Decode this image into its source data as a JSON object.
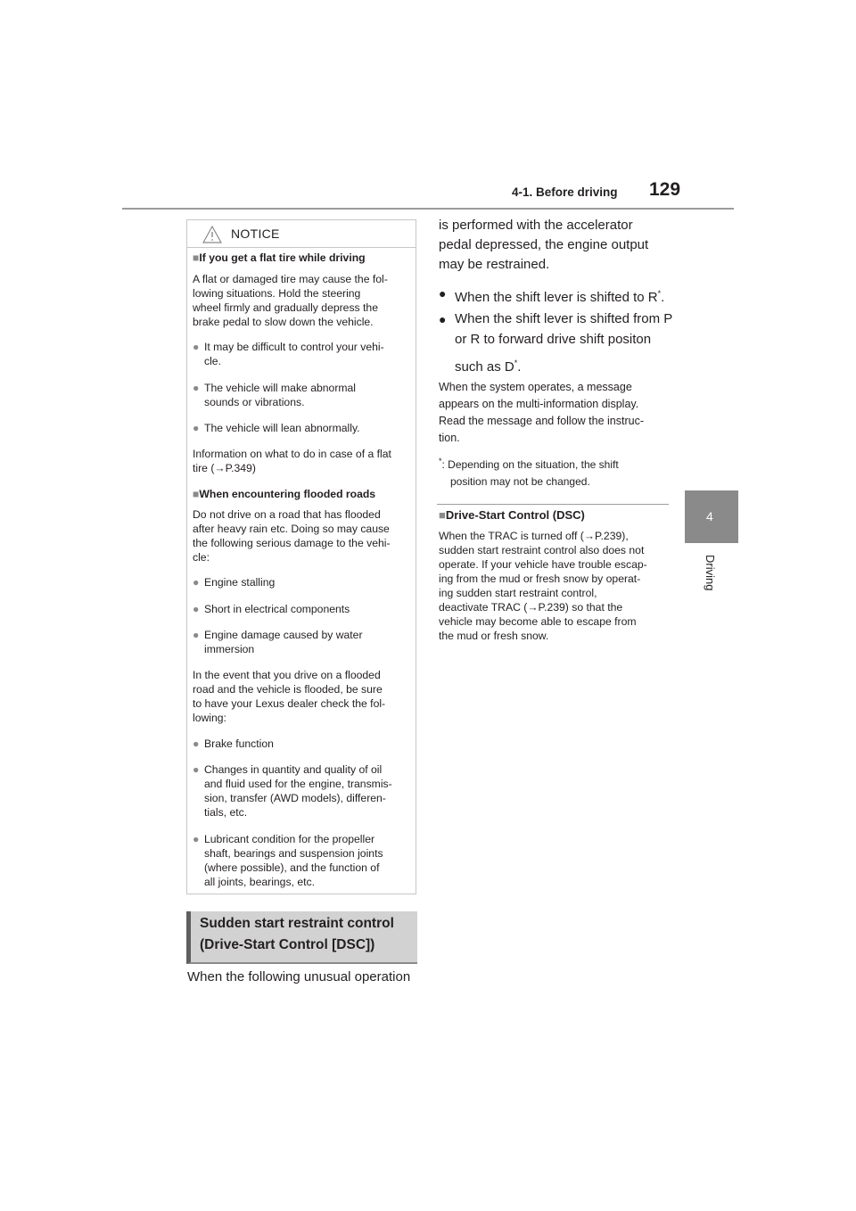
{
  "header": {
    "section": "4-1. Before driving",
    "page_number": "129"
  },
  "side_tab": {
    "chapter_number": "4",
    "chapter_label": "Driving"
  },
  "notice": {
    "title": "NOTICE",
    "flat_tire_heading": "If you get a flat tire while driving",
    "flat_tire_lines": [
      "A flat or damaged tire may cause the fol-",
      "lowing situations. Hold the steering",
      "wheel firmly and gradually depress the",
      "brake pedal to slow down the vehicle."
    ],
    "flat_bullets": [
      [
        "It may be difficult to control your vehi-",
        "cle."
      ],
      [
        "The vehicle will make abnormal",
        "sounds or vibrations."
      ],
      [
        "The vehicle will lean abnormally."
      ]
    ],
    "flat_info_lines": [
      "Information on what to do in case of a flat",
      "tire (→P.349)"
    ],
    "flood_heading": "When encountering flooded roads",
    "flood_lines": [
      "Do not drive on a road that has flooded",
      "after heavy rain etc. Doing so may cause",
      "the following serious damage to the vehi-",
      "cle:"
    ],
    "flood_bullets": [
      [
        "Engine stalling"
      ],
      [
        "Short in electrical components"
      ],
      [
        "Engine damage caused by water",
        "immersion"
      ]
    ],
    "event_lines": [
      "In the event that you drive on a flooded",
      "road and the vehicle is flooded, be sure",
      "to have your Lexus dealer check the fol-",
      "lowing:"
    ],
    "check_bullets": [
      [
        "Brake function"
      ],
      [
        "Changes in quantity and quality of oil",
        "and fluid used for the engine, transmis-",
        "sion, transfer (AWD models), differen-",
        "tials, etc."
      ],
      [
        "Lubricant condition for the propeller",
        "shaft, bearings and suspension joints",
        "(where possible), and the function of",
        "all joints, bearings, etc."
      ]
    ]
  },
  "section": {
    "heading_line1": "Sudden start restraint control",
    "heading_line2": "(Drive-Start Control [DSC])",
    "intro": "When the following unusual operation"
  },
  "right": {
    "intro_lines": [
      "is performed with the accelerator",
      "pedal depressed, the engine output",
      "may be restrained."
    ],
    "bullet1": "When the shift lever is shifted to R",
    "bullet1_end": ".",
    "bullet2_line1": "When the shift lever is shifted from P",
    "bullet2_line2": "or R to forward drive shift positon",
    "bullet2_line3": "such as D",
    "bullet2_end": ".",
    "footnote_mark": "*",
    "message_lines": [
      "When the system operates, a message",
      "appears on the multi-information display.",
      "Read the message and follow the instruc-",
      "tion."
    ],
    "footnote_lines": [
      ":  Depending on the situation, the shift",
      "position may not be changed."
    ],
    "dsc_heading": "Drive-Start Control (DSC)",
    "dsc_lines": [
      "When the TRAC is turned off (→P.239),",
      "sudden start restraint control also does not",
      "operate. If your vehicle have trouble escap-",
      "ing from the mud or fresh snow by operat-",
      "ing sudden start restraint control,",
      "deactivate TRAC (→P.239) so that the",
      "vehicle may become able to escape from",
      "the mud or fresh snow."
    ]
  },
  "symbols": {
    "square": "■",
    "dot": "●"
  },
  "colors": {
    "text": "#231f20",
    "accent_gray": "#8a8a8a",
    "heading_bg": "#d2d2d2"
  }
}
